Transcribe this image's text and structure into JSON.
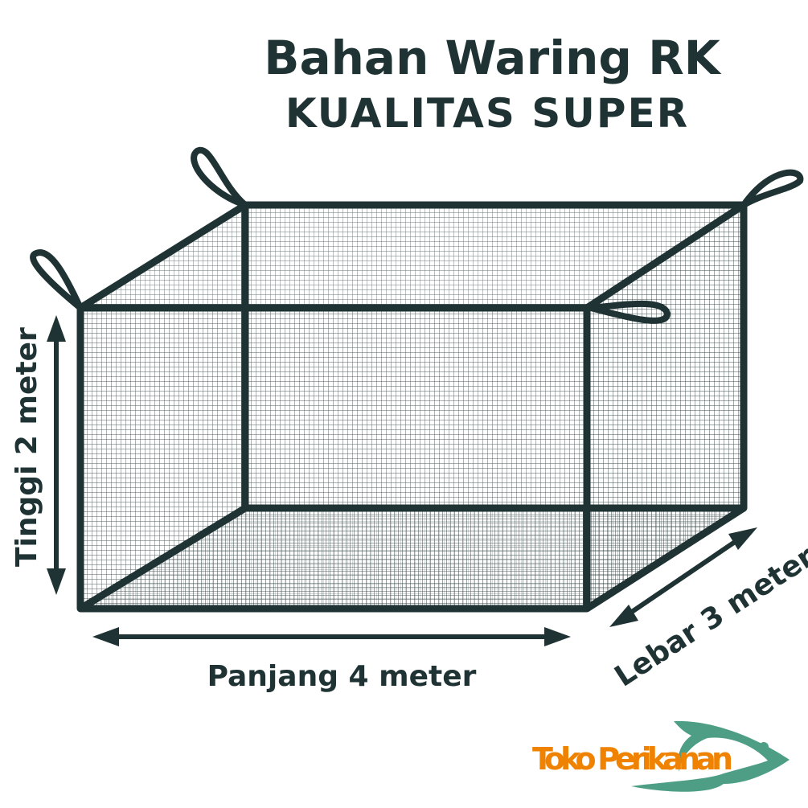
{
  "title": {
    "line1": "Bahan Waring RK",
    "line2": "KUALITAS SUPER"
  },
  "dimensions": {
    "height_label": "Tinggi 2 meter",
    "length_label": "Panjang  4 meter",
    "width_label": "Lebar  3 meter"
  },
  "logo": {
    "text": "Toko Perikanan",
    "icon": "fish-icon"
  },
  "colors": {
    "frame": "#1f3334",
    "logo_text": "#ef8200",
    "logo_fish": "#4e9e86"
  }
}
